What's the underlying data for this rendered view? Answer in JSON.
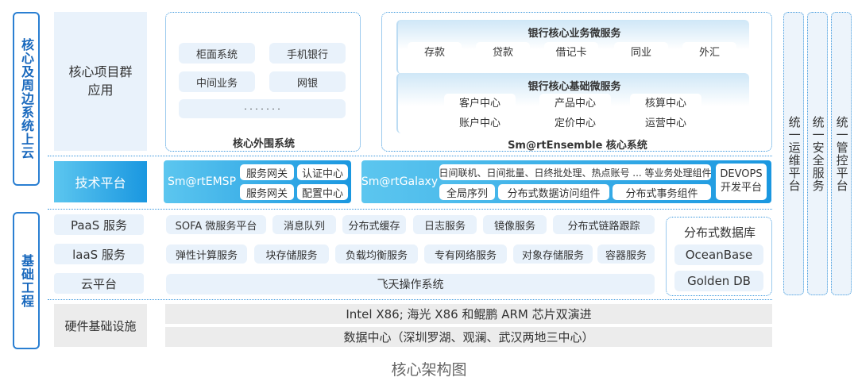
{
  "left": {
    "top_label": "核心及周边系统上云",
    "bottom_label": "基础工程",
    "core_apps": "核心项目群\n应用",
    "tech_platform": "技术平台",
    "paas": "PaaS 服务",
    "iaas": "laaS 服务",
    "cloud": "云平台",
    "hardware": "硬件基础设施"
  },
  "peripheral": {
    "title": "核心外围系统",
    "items": [
      "柜面系统",
      "手机银行",
      "中间业务",
      "网银"
    ],
    "more": "· · · · · · ·"
  },
  "core_system": {
    "title": "Sm@rtEnsemble 核心系统",
    "business": {
      "title": "银行核心业务微服务",
      "items": [
        "存款",
        "贷款",
        "借记卡",
        "同业",
        "外汇"
      ]
    },
    "base": {
      "title": "银行核心基础微服务",
      "items": [
        "客户中心",
        "产品中心",
        "核算中心",
        "账户中心",
        "定价中心",
        "运营中心"
      ]
    }
  },
  "emsp": {
    "name": "Sm@rtEMSP",
    "items": [
      "服务网关",
      "认证中心",
      "服务网关",
      "配置中心"
    ]
  },
  "galaxy": {
    "name": "Sm@rtGalaxy",
    "row1": "日间联机、日间批量、日终批处理、热点账号 ... 等业务处理组件",
    "row2": [
      "全局序列",
      "分布式数据访问组件",
      "分布式事务组件"
    ]
  },
  "devops": "DEVOPS\n开发平台",
  "paas_items": [
    "SOFA 微服务平台",
    "消息队列",
    "分布式缓存",
    "日志服务",
    "镜像服务",
    "分布式链路跟踪"
  ],
  "iaas_items": [
    "弹性计算服务",
    "块存储服务",
    "负载均衡服务",
    "专有网络服务",
    "对象存储服务",
    "容器服务"
  ],
  "cloud_os": "飞天操作系统",
  "database": {
    "title": "分布式数据库",
    "items": [
      "OceanBase",
      "Golden DB"
    ]
  },
  "hardware": {
    "chips": "Intel X86; 海光 X86 和鲲鹏 ARM 芯片双演进",
    "datacenter": "数据中心（深圳罗湖、观澜、武汉两地三中心）"
  },
  "right_cols": [
    "统一运维平台",
    "统一安全服务",
    "统一管控平台"
  ],
  "caption": "核心架构图"
}
